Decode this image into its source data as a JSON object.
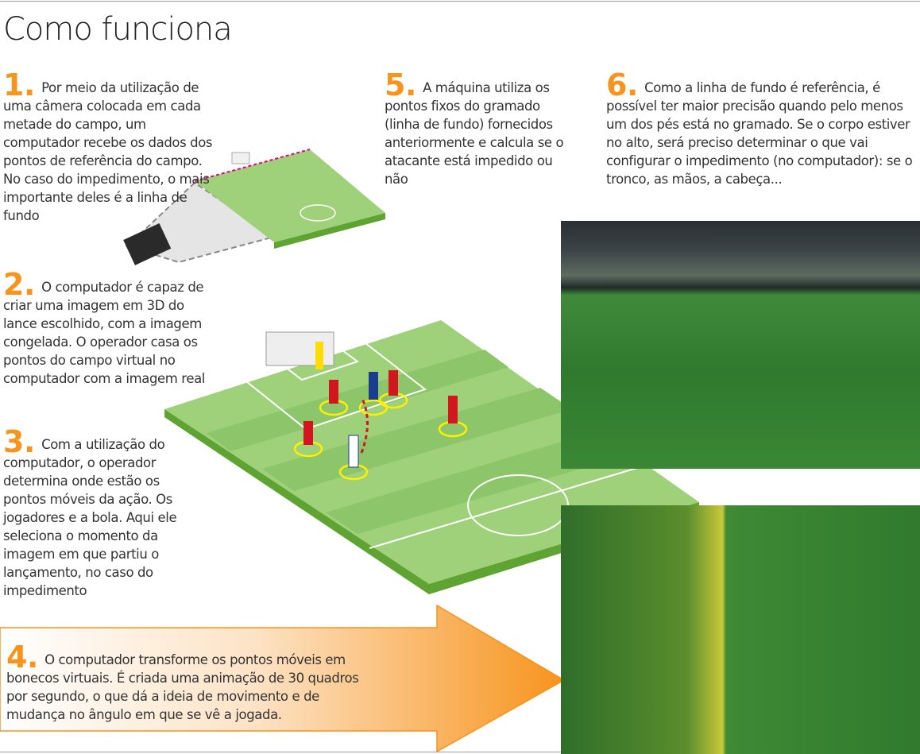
{
  "title": "Como funciona",
  "steps": [
    {
      "num": "1.",
      "text": "Por meio da utilização de uma câmera colocada em cada metade do campo, um computador recebe os dados dos pontos de referência do campo. No caso do impedimento, o mais importante deles é a linha de fundo"
    },
    {
      "num": "2.",
      "text": "O computador é capaz de criar uma imagem em 3D do lance escolhido, com a imagem congelada. O operador casa os pontos do campo virtual no computador com a imagem real"
    },
    {
      "num": "3.",
      "text": "Com a utilização do computador, o operador determina onde estão os pontos móveis da ação. Os jogadores e a bola. Aqui ele seleciona o momento da imagem em que partiu o lançamento, no caso do impedimento"
    },
    {
      "num": "4.",
      "text": "O computador transforme os pontos móveis em bonecos virtuais. É criada uma animação de 30 quadros por segundo, o que dá a ideia de movimento e de mudança no ângulo em que se vê a jogada."
    },
    {
      "num": "5.",
      "text": "A máquina utiliza os pontos fixos do gramado (linha de fundo) fornecidos anteriormente e calcula se o atacante está impedido ou não"
    },
    {
      "num": "6.",
      "text": "Como a linha de fundo é referência, é possível ter maior precisão quando pelo menos um dos pés está no gramado. Se o corpo estiver no alto, será preciso determinar o que vai configurar o impedimento (no computador): se o tronco, as mãos, a cabeça..."
    }
  ],
  "colors": {
    "accent": "#f7941d",
    "field": "#8cc56a",
    "field_dark": "#6aab3f"
  }
}
